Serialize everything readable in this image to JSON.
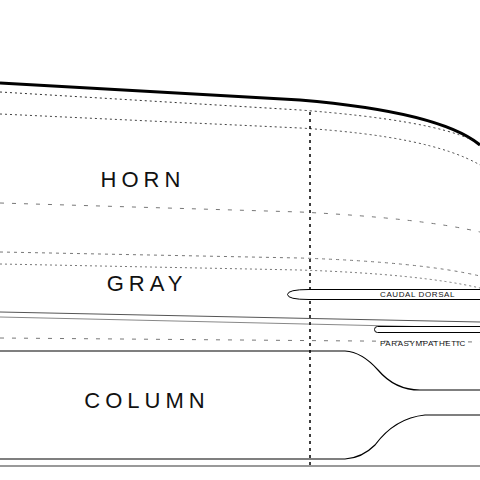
{
  "diagram": {
    "nodes": [
      {
        "text": [
          "CAUDAL DORSAL"
        ]
      },
      {
        "text": [
          "PARASYMPATHETIC"
        ]
      }
    ],
    "labels": [
      "HORN",
      "GRAY",
      "COLUMN"
    ]
  }
}
